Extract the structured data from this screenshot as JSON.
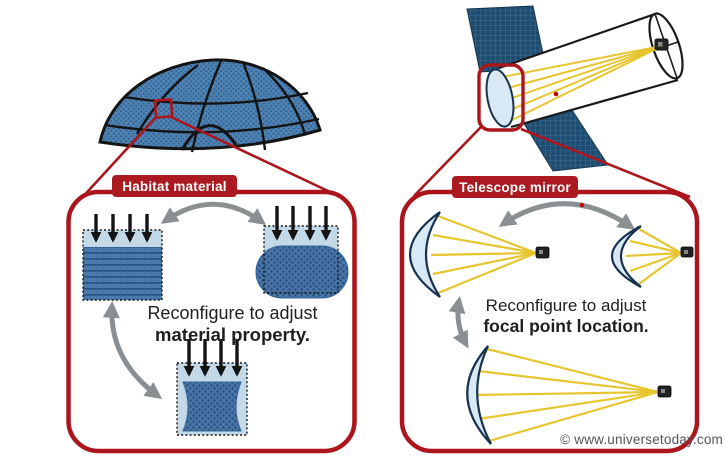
{
  "colors": {
    "background": "#ffffff",
    "accent_red": "#AB161C",
    "label_bg": "#AB1A21",
    "label_text": "#ffffff",
    "gray_arrow": "#8A8F92",
    "outline_black": "#141414",
    "dome_blue": "#4E82B2",
    "dome_dot": "#2C5C8C",
    "solar_panel_navy": "#1F4D72",
    "solar_panel_grid": "#5584A6",
    "material_light_blue": "#C3D9E8",
    "material_blue": "#4C7CB0",
    "material_dark_blue": "#27527E",
    "ray_yellow": "#E7C52F",
    "mirror_fill": "#D8E9F5",
    "mirror_stroke": "#16324F",
    "text": "#1F1F1F",
    "watermark": "#54545E"
  },
  "habitat_panel": {
    "label": "Habitat material",
    "caption_line1": "Reconfigure to adjust",
    "caption_line2": "material property."
  },
  "telescope_panel": {
    "label": "Telescope mirror",
    "caption_line1": "Reconfigure to adjust",
    "caption_line2": "focal point location."
  },
  "watermark": "© www.universetoday.com"
}
